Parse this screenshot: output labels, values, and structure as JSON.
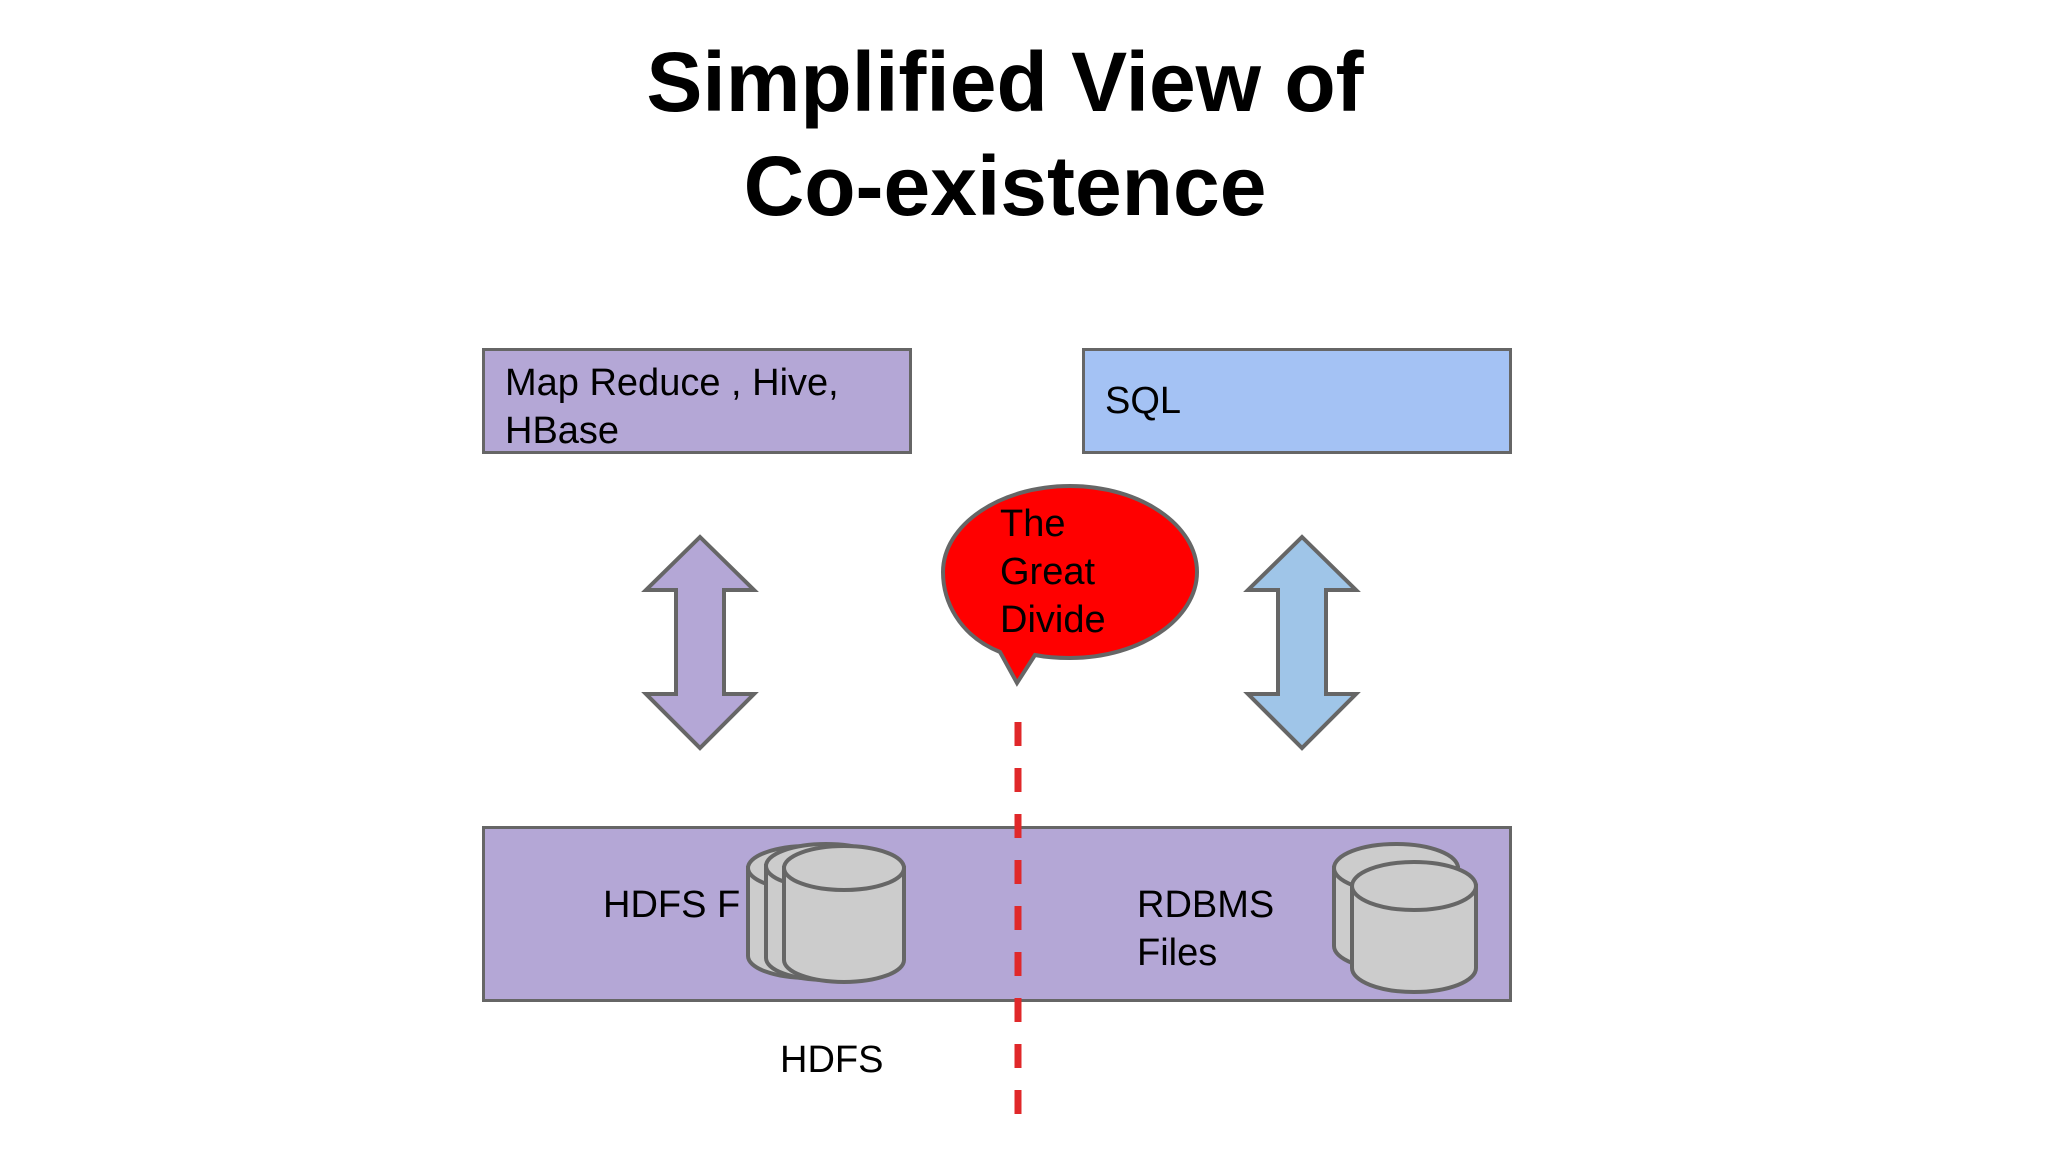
{
  "title": {
    "line1": "Simplified View of",
    "line2": "Co-existence"
  },
  "top_left_box": {
    "line1": "Map Reduce , Hive,",
    "line2": "HBase"
  },
  "top_right_box": {
    "label": "SQL"
  },
  "bubble": {
    "line1": "The",
    "line2": "Great",
    "line3": "Divide"
  },
  "storage_box": {
    "hdfs_files_label": "HDFS F",
    "rdbms_line1": "RDBMS",
    "rdbms_line2": "Files"
  },
  "hdfs_caption": "HDFS",
  "colors": {
    "purple": "#b4a7d6",
    "blue": "#a4c2f4",
    "arrow_blue": "#9fc5e8",
    "bubble_red": "#ff0000",
    "divider_red": "#e0282a",
    "cylinder_gray": "#cccccc",
    "outline": "#666666"
  }
}
